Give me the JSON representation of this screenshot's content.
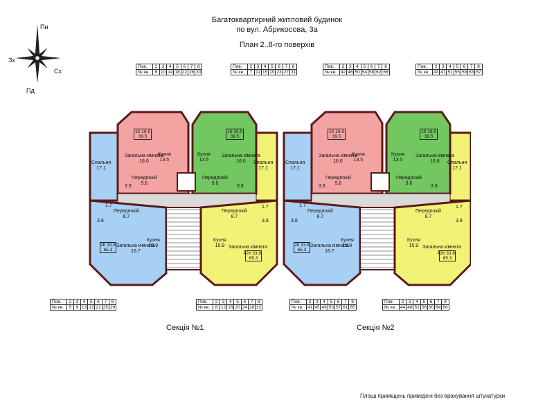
{
  "header": {
    "line1": "Багатоквартирний житловий будинок",
    "line2": "по вул. Абрикосова, 3а",
    "line3": "План 2..8-го поверхів"
  },
  "compass": {
    "n": "Пн",
    "s": "Пд",
    "w": "Зх",
    "e": "Сх"
  },
  "floor_label": "Пов.",
  "apt_label": "№ кв.",
  "floors": [
    "2",
    "3",
    "4",
    "5",
    "6",
    "7",
    "8"
  ],
  "tables": [
    {
      "id": "top-1",
      "apts": [
        "6",
        "10",
        "14",
        "18",
        "22",
        "26",
        "30"
      ]
    },
    {
      "id": "top-2",
      "apts": [
        "7",
        "11",
        "15",
        "19",
        "23",
        "27",
        "31"
      ]
    },
    {
      "id": "top-3",
      "apts": [
        "42",
        "46",
        "50",
        "54",
        "58",
        "62",
        "66"
      ]
    },
    {
      "id": "top-4",
      "apts": [
        "43",
        "47",
        "51",
        "55",
        "59",
        "63",
        "67"
      ]
    },
    {
      "id": "bot-1",
      "apts": [
        "5",
        "9",
        "13",
        "17",
        "21",
        "25",
        "29"
      ]
    },
    {
      "id": "bot-2",
      "apts": [
        "8",
        "12",
        "16",
        "20",
        "24",
        "28",
        "32"
      ]
    },
    {
      "id": "bot-3",
      "apts": [
        "41",
        "45",
        "49",
        "53",
        "57",
        "61",
        "65"
      ]
    },
    {
      "id": "bot-4",
      "apts": [
        "44",
        "48",
        "52",
        "56",
        "60",
        "64",
        "68"
      ]
    }
  ],
  "rooms": {
    "bedroom": "Спальня",
    "living": "Загальна кімната",
    "kitchen": "Кухня",
    "hall": "Передпокій",
    "bedroom_area": "17.1",
    "living_top_area": "16.6",
    "kitchen_top_area": "13.5",
    "bath_area": "3.8",
    "hall_top_area": "5.6",
    "hall_mid_area": "8.7",
    "wc_area": "1.7",
    "kitchen_bot_area": "15.9",
    "living_bot_area": "16.7",
    "k1_type": "1К",
    "k1_living": "16.6",
    "k1_total": "39.5",
    "k2_type": "2К",
    "k2_living": "33.8",
    "k2_total": "65.3"
  },
  "sections": [
    "Секція №1",
    "Секція №2"
  ],
  "footnote": "Площі приміщень приведені без врахування штукатурки",
  "colors": {
    "pink": "#f4a3a3",
    "green": "#72c760",
    "blue": "#a8cff4",
    "yellow": "#f2f276",
    "wall": "#5a1a1a",
    "stair": "#cfcfcf"
  }
}
